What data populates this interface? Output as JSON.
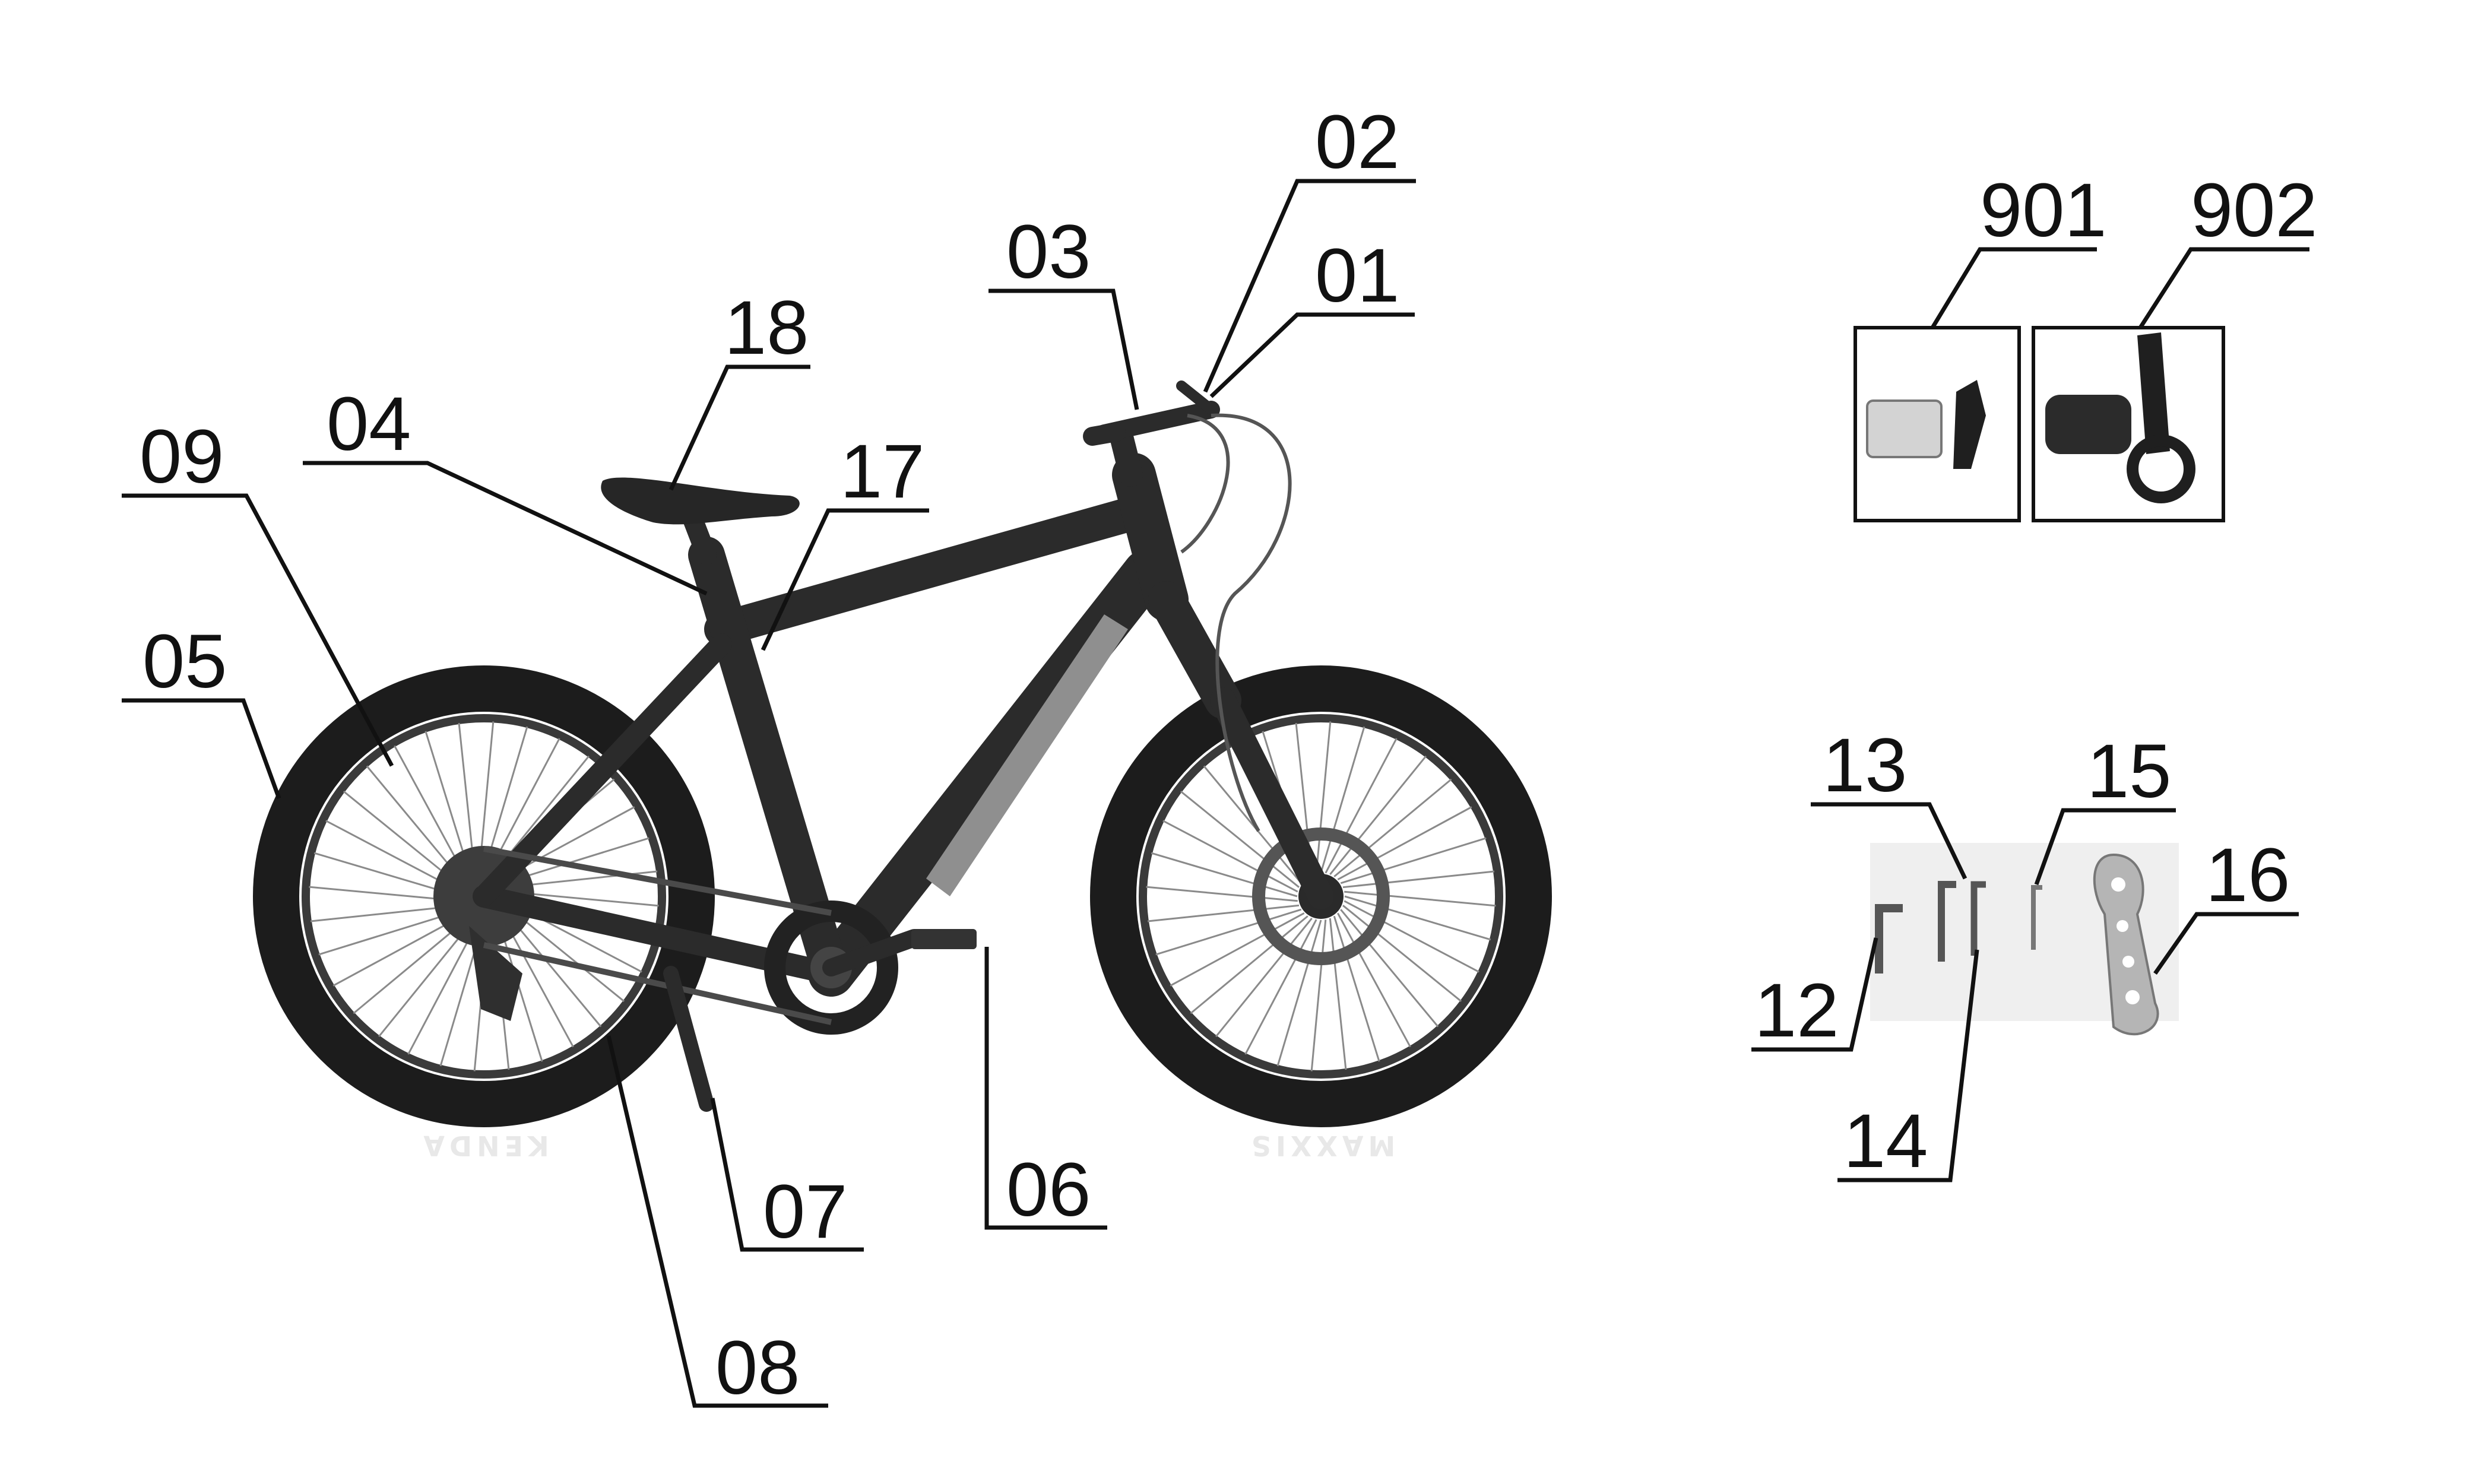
{
  "colors": {
    "ink": "#111111",
    "frame": "#2b2b2b",
    "tire": "#1c1c1c",
    "accent_gray": "#8f8f8f"
  },
  "callouts": [
    {
      "id": "01",
      "label": "01"
    },
    {
      "id": "02",
      "label": "02"
    },
    {
      "id": "03",
      "label": "03"
    },
    {
      "id": "04",
      "label": "04"
    },
    {
      "id": "05",
      "label": "05"
    },
    {
      "id": "06",
      "label": "06"
    },
    {
      "id": "07",
      "label": "07"
    },
    {
      "id": "08",
      "label": "08"
    },
    {
      "id": "09",
      "label": "09"
    },
    {
      "id": "12",
      "label": "12"
    },
    {
      "id": "13",
      "label": "13"
    },
    {
      "id": "14",
      "label": "14"
    },
    {
      "id": "15",
      "label": "15"
    },
    {
      "id": "16",
      "label": "16"
    },
    {
      "id": "17",
      "label": "17"
    },
    {
      "id": "18",
      "label": "18"
    },
    {
      "id": "901",
      "label": "901"
    },
    {
      "id": "902",
      "label": "902"
    }
  ],
  "tires": {
    "rear_brand": "KENDA",
    "front_brand": "MAXXIS"
  },
  "icons": [
    "bicycle-icon",
    "reflector-icon",
    "reflector-bracket-icon",
    "hex-key-icon",
    "multi-wrench-icon"
  ]
}
